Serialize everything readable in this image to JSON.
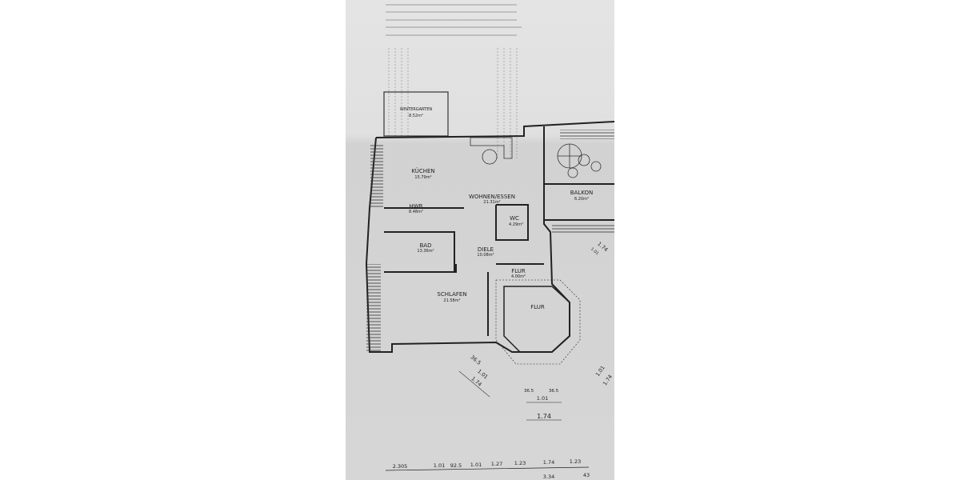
{
  "rooms": {
    "wintergarten": {
      "name": "WINTERGARTEN",
      "area": "8.52m²"
    },
    "kuechen": {
      "name": "KÜCHEN",
      "area": "15.79m²"
    },
    "wohnen": {
      "name": "WOHNEN/ESSEN",
      "area": "21.31m²"
    },
    "balkon": {
      "name": "BALKON",
      "area": "6.20m²"
    },
    "hwr": {
      "name": "HWR",
      "area": "8.48m²"
    },
    "wc": {
      "name": "WC",
      "area": "4.29m²"
    },
    "bad": {
      "name": "BAD",
      "area": "13.36m²"
    },
    "diele": {
      "name": "DIELE",
      "area": "10.08m²"
    },
    "flur": {
      "name": "FLUR",
      "area": "4.00m²"
    },
    "schlafen": {
      "name": "SCHLAFEN",
      "area": "21.58m²"
    },
    "flur2": {
      "name": "FLUR"
    }
  },
  "window_dims": {
    "side": "36.5",
    "inner": "1.01",
    "total": "1.74"
  },
  "bottom_dims": [
    "2.305",
    "1.01",
    "92.5",
    "1.01",
    "1.27",
    "1.23",
    "1.74",
    "1.23"
  ],
  "bottom_dims2": [
    "3.34",
    "43"
  ],
  "colors": {
    "paper": "#dcdcdc",
    "ink": "#2a2a2a"
  }
}
